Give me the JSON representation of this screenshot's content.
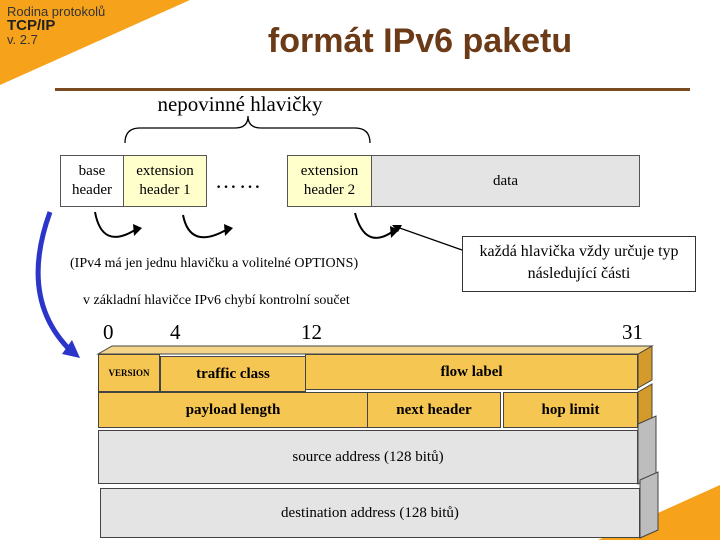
{
  "header": {
    "series_line1": "Rodina protokolů",
    "series_line2": "TCP/IP",
    "series_line3": "v. 2.7",
    "title": "formát IPv6 paketu"
  },
  "packet": {
    "optional_label": "nepovinné hlavičky",
    "base_header": "base header",
    "ext1": "extension header 1",
    "ellipsis": "……",
    "ext2": "extension header 2",
    "data": "data"
  },
  "notes": {
    "callout": "každá hlavička vždy určuje typ následující části",
    "ipv4": "(IPv4 má jen jednu hlavičku  a volitelné  OPTIONS)",
    "checksum": "v základní  hlavičce  IPv6 chybí  kontrolní  součet"
  },
  "bits": [
    "0",
    "4",
    "12",
    "31"
  ],
  "ipv6_header": {
    "version": "VERSION",
    "traffic_class": "traffic class",
    "flow_label": "flow label",
    "payload_length": "payload length",
    "next_header": "next header",
    "hop_limit": "hop limit",
    "source": "source address (128 bitů)",
    "destination": "destination address (128 bitů)"
  },
  "colors": {
    "accent_orange": "#f7a21b",
    "field_orange": "#f6c653",
    "ext_yellow": "#ffffcc",
    "title_brown": "#6b3a17",
    "arrow_blue": "#2b35c9"
  }
}
